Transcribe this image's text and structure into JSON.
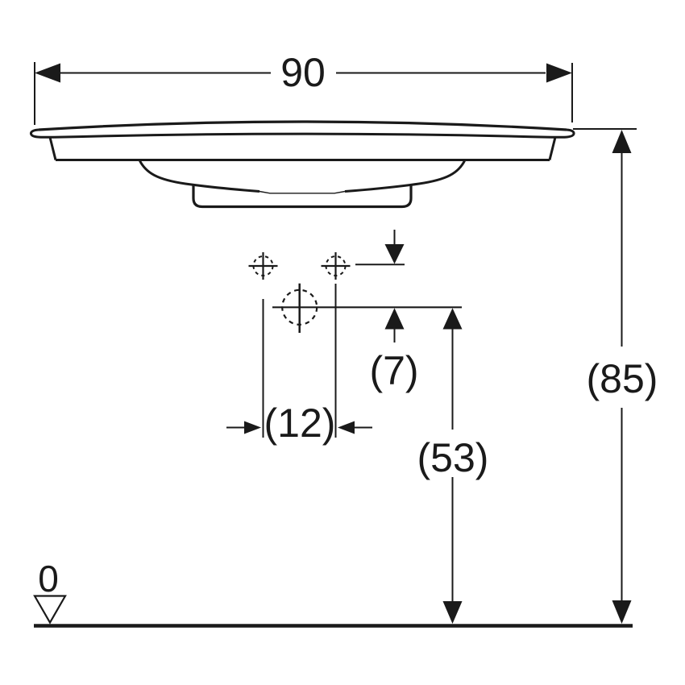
{
  "drawing": {
    "line_color": "#1a1a1a",
    "background_color": "#ffffff",
    "dimensions": {
      "overall_width": {
        "label": "90"
      },
      "overall_height": {
        "label": "(85)"
      },
      "tap_hole_setback": {
        "label": "(7)"
      },
      "tap_hole_spacing": {
        "label": "(12)"
      },
      "outlet_height": {
        "label": "(53)"
      },
      "floor_datum": {
        "label": "0"
      }
    },
    "symbols": {
      "tap_hole_marker": "crosshair-dashed-circle",
      "datum_marker": "open-triangle"
    }
  }
}
